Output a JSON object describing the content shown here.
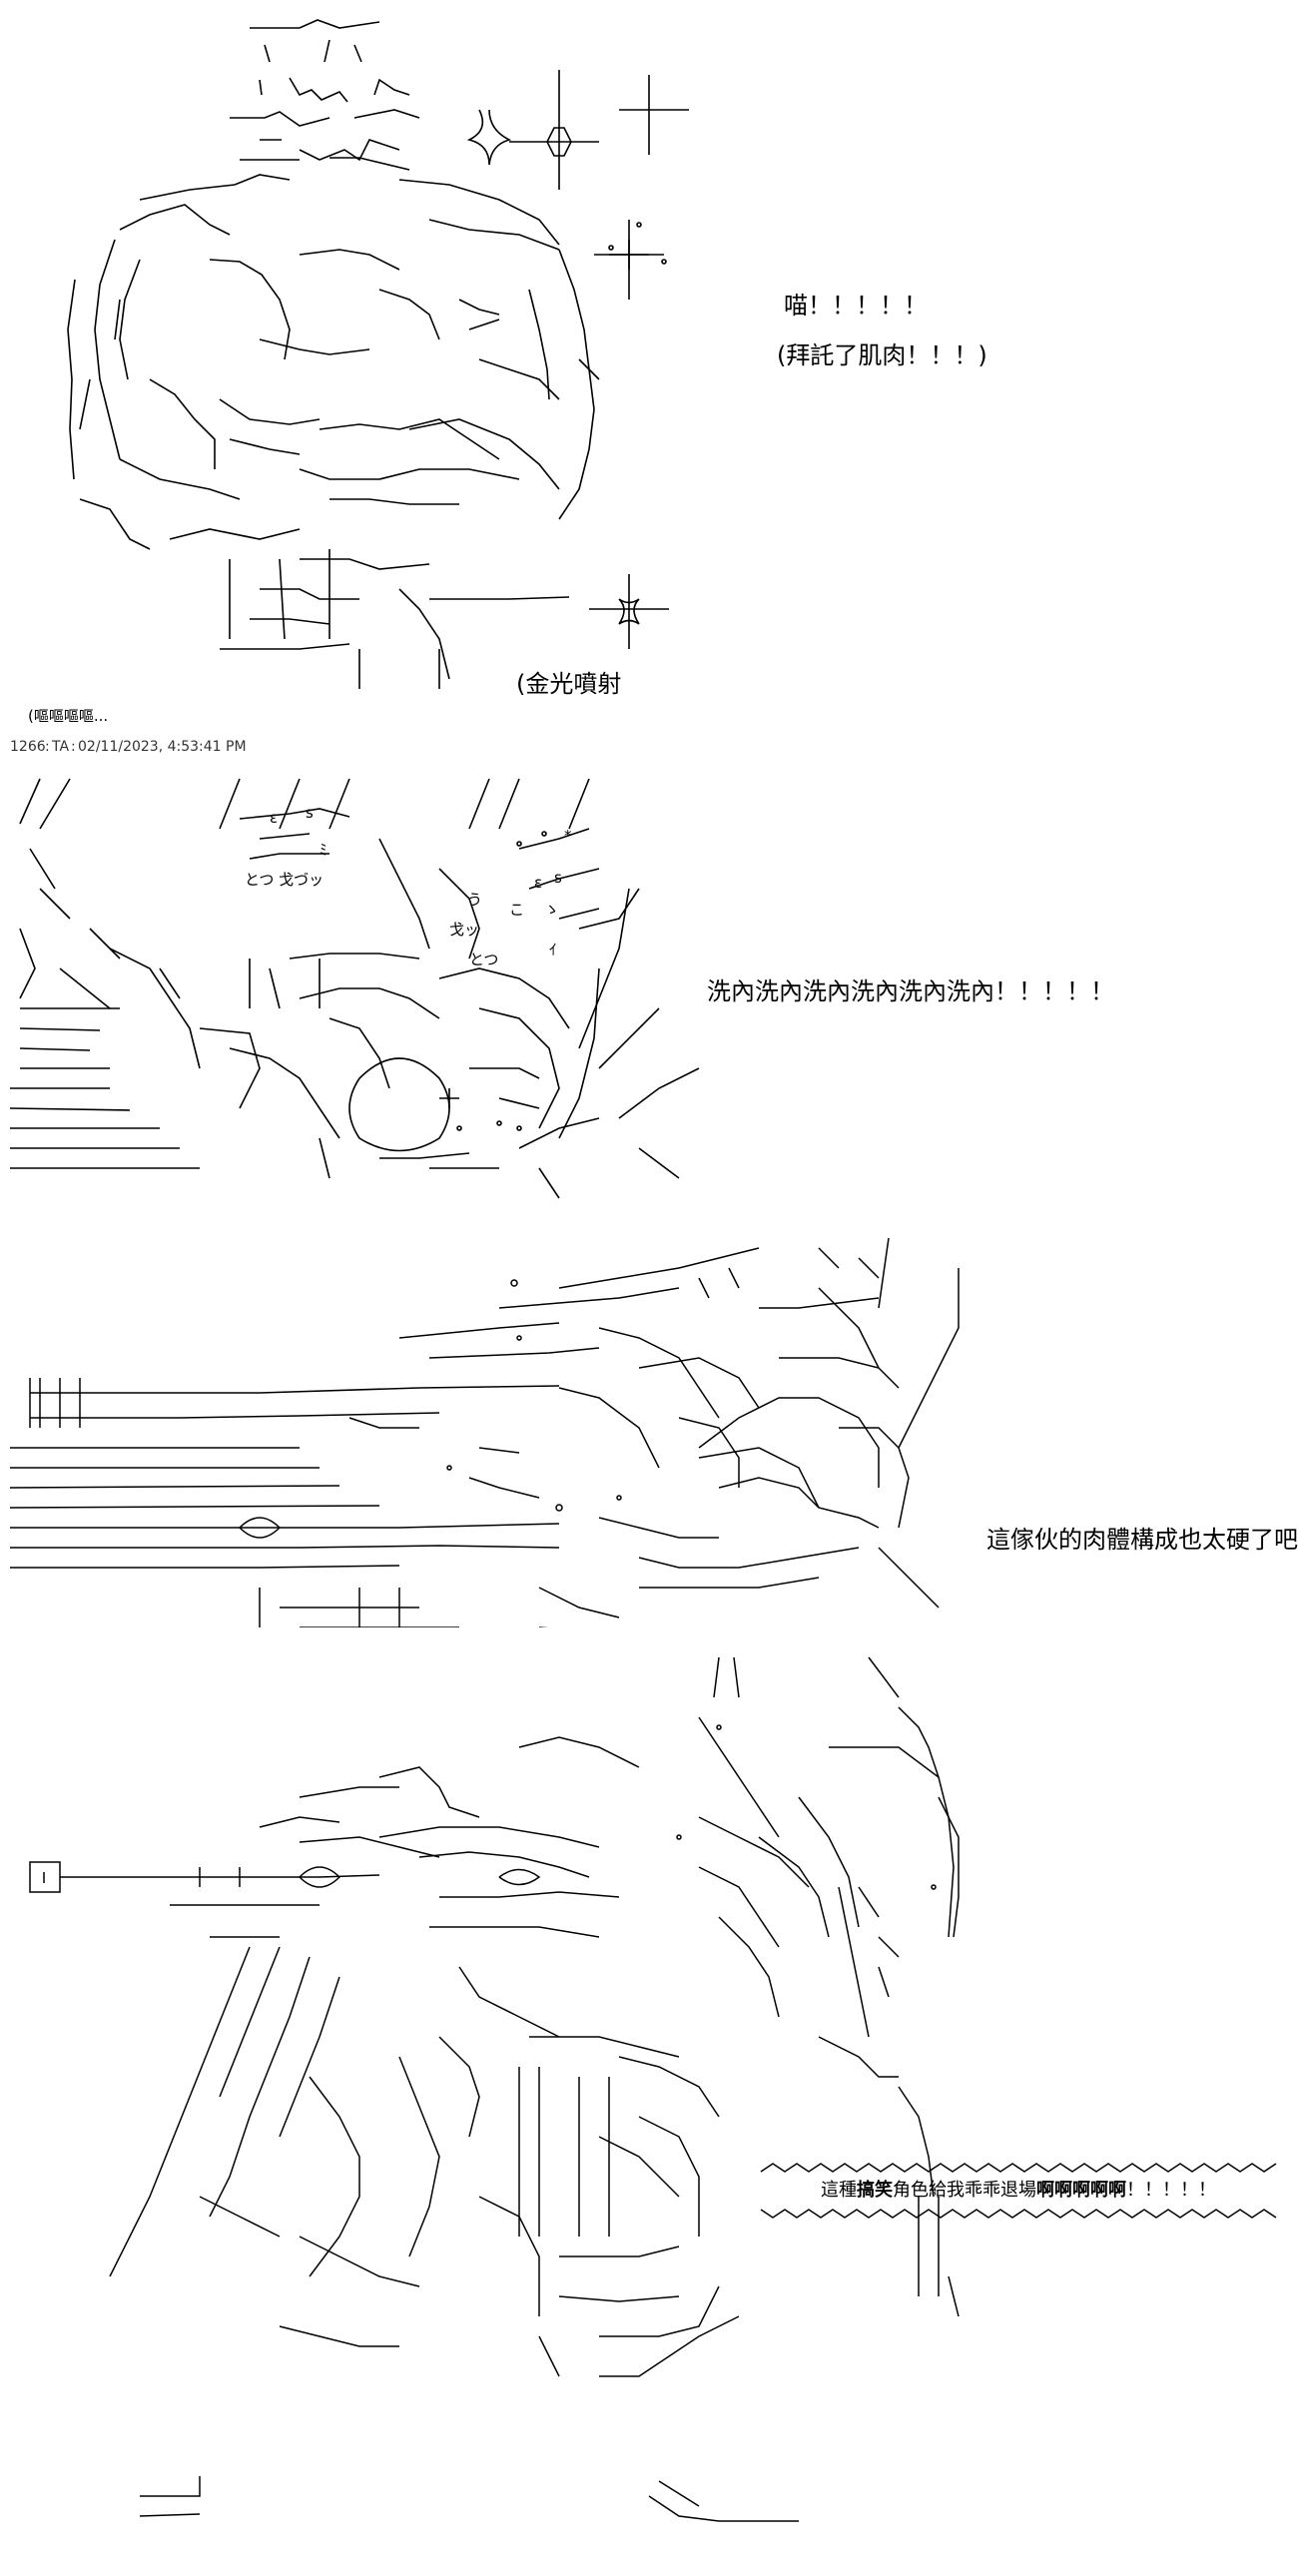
{
  "panel1": {
    "speech_meow": "喵！！！！！",
    "speech_muscle": "(拜託了肌肉！！！)",
    "sfx_sparkle": "(金光噴射",
    "footnote": "(嘔嘔嘔嘔..."
  },
  "post_header": {
    "number": "1266",
    "author": "TA",
    "timestamp": "02/11/2023, 4:53:41 PM"
  },
  "panel2": {
    "speech_wash": "洗內洗內洗內洗內洗內洗內！！！！！",
    "sfx_1": "とつ  戈づッ",
    "sfx_2": "戈ッ",
    "sfx_3": "とつ",
    "sfx_4": "う",
    "sfx_5": "ε",
    "sfx_6": "ε",
    "sfx_7": "s",
    "sfx_8": "s",
    "sfx_9": "ｲ",
    "sfx_10": "ﾐ",
    "sfx_11": "こ",
    "sfx_12": "*",
    "sfx_13": "ゝ"
  },
  "panel3": {
    "speech_hard": "這傢伙的肉體構成也太硬了吧？！"
  },
  "panel4": {
    "shout": {
      "part1": "這種",
      "part2": "搞笑",
      "part3": "角色給我乖乖退場",
      "part4": "啊啊啊啊啊",
      "part5": "！！！！！"
    }
  },
  "colors": {
    "ink": "#000000",
    "author_green": "#1a8a1a",
    "meta_grey": "#333333",
    "background": "#ffffff"
  }
}
